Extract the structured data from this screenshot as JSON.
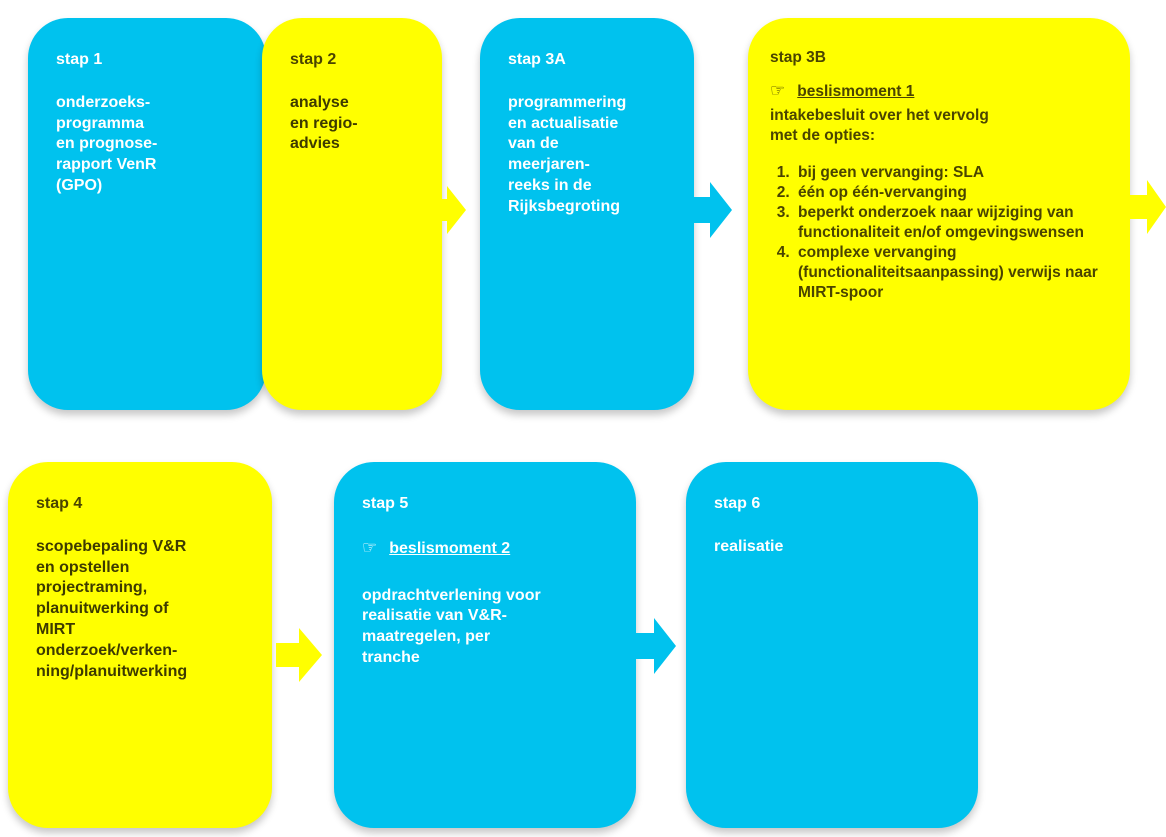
{
  "colors": {
    "blue": "#00c2ee",
    "yellow": "#ffff00"
  },
  "steps": [
    {
      "label": "stap 1",
      "text": "onderzoeks-\nprogramma\nen prognose-\nrapport VenR\n(GPO)",
      "color": "blue"
    },
    {
      "label": "stap 2",
      "text": "analyse\nen regio-\nadvies",
      "color": "yellow"
    },
    {
      "label": "stap 3A",
      "text": "programmering\nen actualisatie\nvan de\nmeerjaren-\nreeks in de\nRijksbegroting",
      "color": "blue"
    },
    {
      "label": "stap 3B",
      "decision_icon": "pointing-hand-icon",
      "decision_glyph": "☞",
      "decision": "beslismoment 1",
      "intro": "intakebesluit over het vervolg\nmet de opties:",
      "options": [
        "bij geen vervanging: SLA",
        "één op één-vervanging",
        "beperkt onderzoek naar wijziging van functionaliteit en/of omgevingswensen",
        "complexe vervanging (functionaliteitsaanpassing) verwijs naar MIRT-spoor"
      ],
      "color": "yellow"
    },
    {
      "label": "stap 4",
      "text": "scopebepaling V&R\nen opstellen\nprojectraming,\nplanuitwerking of\nMIRT\nonderzoek/verken-\nning/planuitwerking",
      "color": "yellow"
    },
    {
      "label": "stap 5",
      "decision_icon": "pointing-hand-icon",
      "decision_glyph": "☞",
      "decision": "beslismoment 2",
      "text": "opdrachtverlening voor\nrealisatie van V&R-\nmaatregelen, per\ntranche",
      "color": "blue"
    },
    {
      "label": "stap 6",
      "text": "realisatie",
      "color": "blue"
    }
  ]
}
